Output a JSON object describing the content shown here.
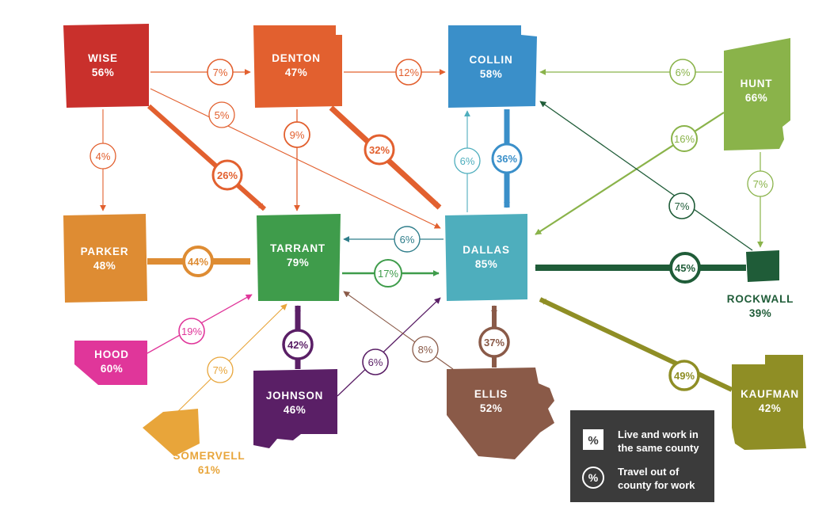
{
  "counties": {
    "wise": {
      "name": "WISE",
      "pct": "56%",
      "color": "#c9302c"
    },
    "denton": {
      "name": "DENTON",
      "pct": "47%",
      "color": "#e2602f"
    },
    "collin": {
      "name": "COLLIN",
      "pct": "58%",
      "color": "#3a8fc9"
    },
    "hunt": {
      "name": "HUNT",
      "pct": "66%",
      "color": "#8ab34a"
    },
    "parker": {
      "name": "PARKER",
      "pct": "48%",
      "color": "#de8c33"
    },
    "tarrant": {
      "name": "TARRANT",
      "pct": "79%",
      "color": "#3f9c4b"
    },
    "dallas": {
      "name": "DALLAS",
      "pct": "85%",
      "color": "#4eaebd"
    },
    "rockwall": {
      "name": "ROCKWALL",
      "pct": "39%",
      "color": "#1f5c38"
    },
    "hood": {
      "name": "HOOD",
      "pct": "60%",
      "color": "#e0369a"
    },
    "johnson": {
      "name": "JOHNSON",
      "pct": "46%",
      "color": "#5a1f66"
    },
    "ellis": {
      "name": "ELLIS",
      "pct": "52%",
      "color": "#8a5a48"
    },
    "kaufman": {
      "name": "KAUFMAN",
      "pct": "42%",
      "color": "#8f8e25"
    },
    "somervell": {
      "name": "SOMERVELL",
      "pct": "61%",
      "color": "#e8a53a"
    }
  },
  "flows": [
    {
      "from": "wise",
      "to": "denton",
      "label": "7%",
      "color": "#e2602f"
    },
    {
      "from": "denton",
      "to": "collin",
      "label": "12%",
      "color": "#e2602f"
    },
    {
      "from": "hunt",
      "to": "collin",
      "label": "6%",
      "color": "#8ab34a"
    },
    {
      "from": "wise",
      "to": "dallas",
      "label": "5%",
      "color": "#e2602f"
    },
    {
      "from": "wise",
      "to": "parker",
      "label": "4%",
      "color": "#e2602f"
    },
    {
      "from": "wise",
      "to": "tarrant",
      "label": "26%",
      "color": "#e2602f"
    },
    {
      "from": "denton",
      "to": "tarrant",
      "label": "9%",
      "color": "#e2602f"
    },
    {
      "from": "denton",
      "to": "dallas",
      "label": "32%",
      "color": "#e2602f"
    },
    {
      "from": "dallas",
      "to": "collin",
      "label": "6%",
      "color": "#4eaebd"
    },
    {
      "from": "collin",
      "to": "dallas",
      "label": "36%",
      "color": "#3a8fc9"
    },
    {
      "from": "hunt",
      "to": "dallas",
      "label": "16%",
      "color": "#8ab34a"
    },
    {
      "from": "hunt",
      "to": "rockwall",
      "label": "7%",
      "color": "#8ab34a"
    },
    {
      "from": "rockwall",
      "to": "collin",
      "label": "7%",
      "color": "#1f5c38"
    },
    {
      "from": "dallas",
      "to": "tarrant",
      "label": "6%",
      "color": "#2e7d8a"
    },
    {
      "from": "parker",
      "to": "tarrant",
      "label": "44%",
      "color": "#de8c33"
    },
    {
      "from": "tarrant",
      "to": "dallas",
      "label": "17%",
      "color": "#3f9c4b"
    },
    {
      "from": "rockwall",
      "to": "dallas",
      "label": "45%",
      "color": "#1f5c38"
    },
    {
      "from": "hood",
      "to": "tarrant",
      "label": "19%",
      "color": "#e0369a"
    },
    {
      "from": "somervell",
      "to": "tarrant",
      "label": "7%",
      "color": "#e8a53a"
    },
    {
      "from": "johnson",
      "to": "tarrant",
      "label": "42%",
      "color": "#5a1f66"
    },
    {
      "from": "johnson",
      "to": "dallas",
      "label": "6%",
      "color": "#5a1f66"
    },
    {
      "from": "ellis",
      "to": "tarrant",
      "label": "8%",
      "color": "#8a5a48"
    },
    {
      "from": "ellis",
      "to": "dallas",
      "label": "37%",
      "color": "#8a5a48"
    },
    {
      "from": "kaufman",
      "to": "dallas",
      "label": "49%",
      "color": "#8f8e25"
    }
  ],
  "legend": {
    "symbol": "%",
    "same_county_line1": "Live and work in",
    "same_county_line2": "the same county",
    "travel_line1": "Travel out of",
    "travel_line2": "county for work",
    "background": "#3b3b3b"
  }
}
